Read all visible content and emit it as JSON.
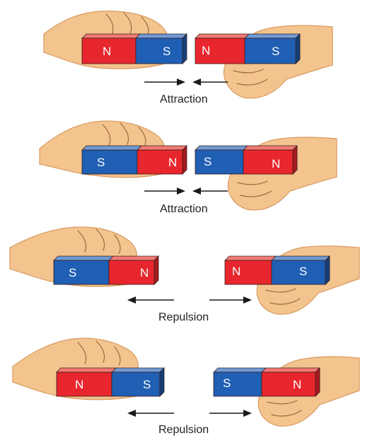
{
  "colors": {
    "north": "#e8262d",
    "north_top": "#f27a74",
    "north_side": "#a51b1f",
    "south": "#1f5fb4",
    "south_top": "#6f9ad6",
    "south_side": "#143f7a",
    "skin": "#f3c48e",
    "skin_shadow": "#d99a62",
    "skin_line": "#9c6a3c",
    "arrow": "#1a1a1a"
  },
  "panels": [
    {
      "caption": "Attraction",
      "left_magnet": [
        "N",
        "S"
      ],
      "right_magnet": [
        "N",
        "S"
      ],
      "arrows": "inward"
    },
    {
      "caption": "Attraction",
      "left_magnet": [
        "S",
        "N"
      ],
      "right_magnet": [
        "S",
        "N"
      ],
      "arrows": "inward"
    },
    {
      "caption": "Repulsion",
      "left_magnet": [
        "S",
        "N"
      ],
      "right_magnet": [
        "N",
        "S"
      ],
      "arrows": "outward"
    },
    {
      "caption": "Repulsion",
      "left_magnet": [
        "N",
        "S"
      ],
      "right_magnet": [
        "S",
        "N"
      ],
      "arrows": "outward"
    }
  ]
}
